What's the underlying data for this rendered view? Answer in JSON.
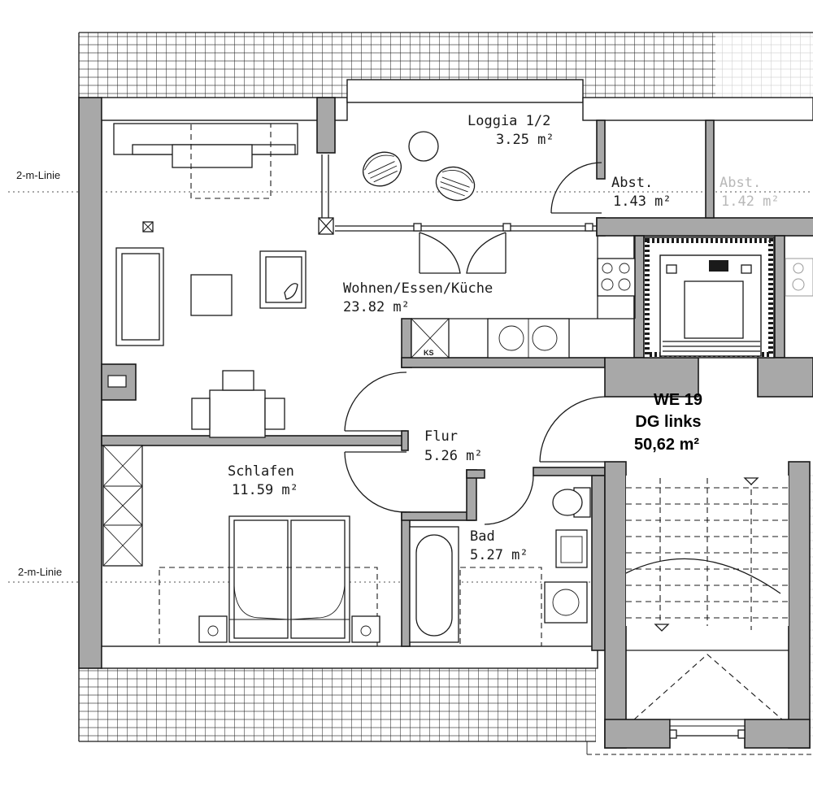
{
  "rooms": {
    "loggia": {
      "name": "Loggia  1/2",
      "area": "3.25  m²"
    },
    "abst_left": {
      "name": "Abst.",
      "area": "1.43  m²"
    },
    "abst_right": {
      "name": "Abst.",
      "area": "1.42  m²"
    },
    "wohnen": {
      "name": "Wohnen/Essen/Küche",
      "area": "23.82  m²"
    },
    "flur": {
      "name": "Flur",
      "area": "5.26  m²"
    },
    "schlafen": {
      "name": "Schlafen",
      "area": "11.59  m²"
    },
    "bad": {
      "name": "Bad",
      "area": "5.27  m²"
    }
  },
  "labels": {
    "two_m_line_top": "2-m-Linie",
    "two_m_line_bottom": "2-m-Linie",
    "fridge": "KS"
  },
  "unit_info": {
    "line1": "WE 19",
    "line2": "DG links",
    "line3": "50,62 m²"
  }
}
